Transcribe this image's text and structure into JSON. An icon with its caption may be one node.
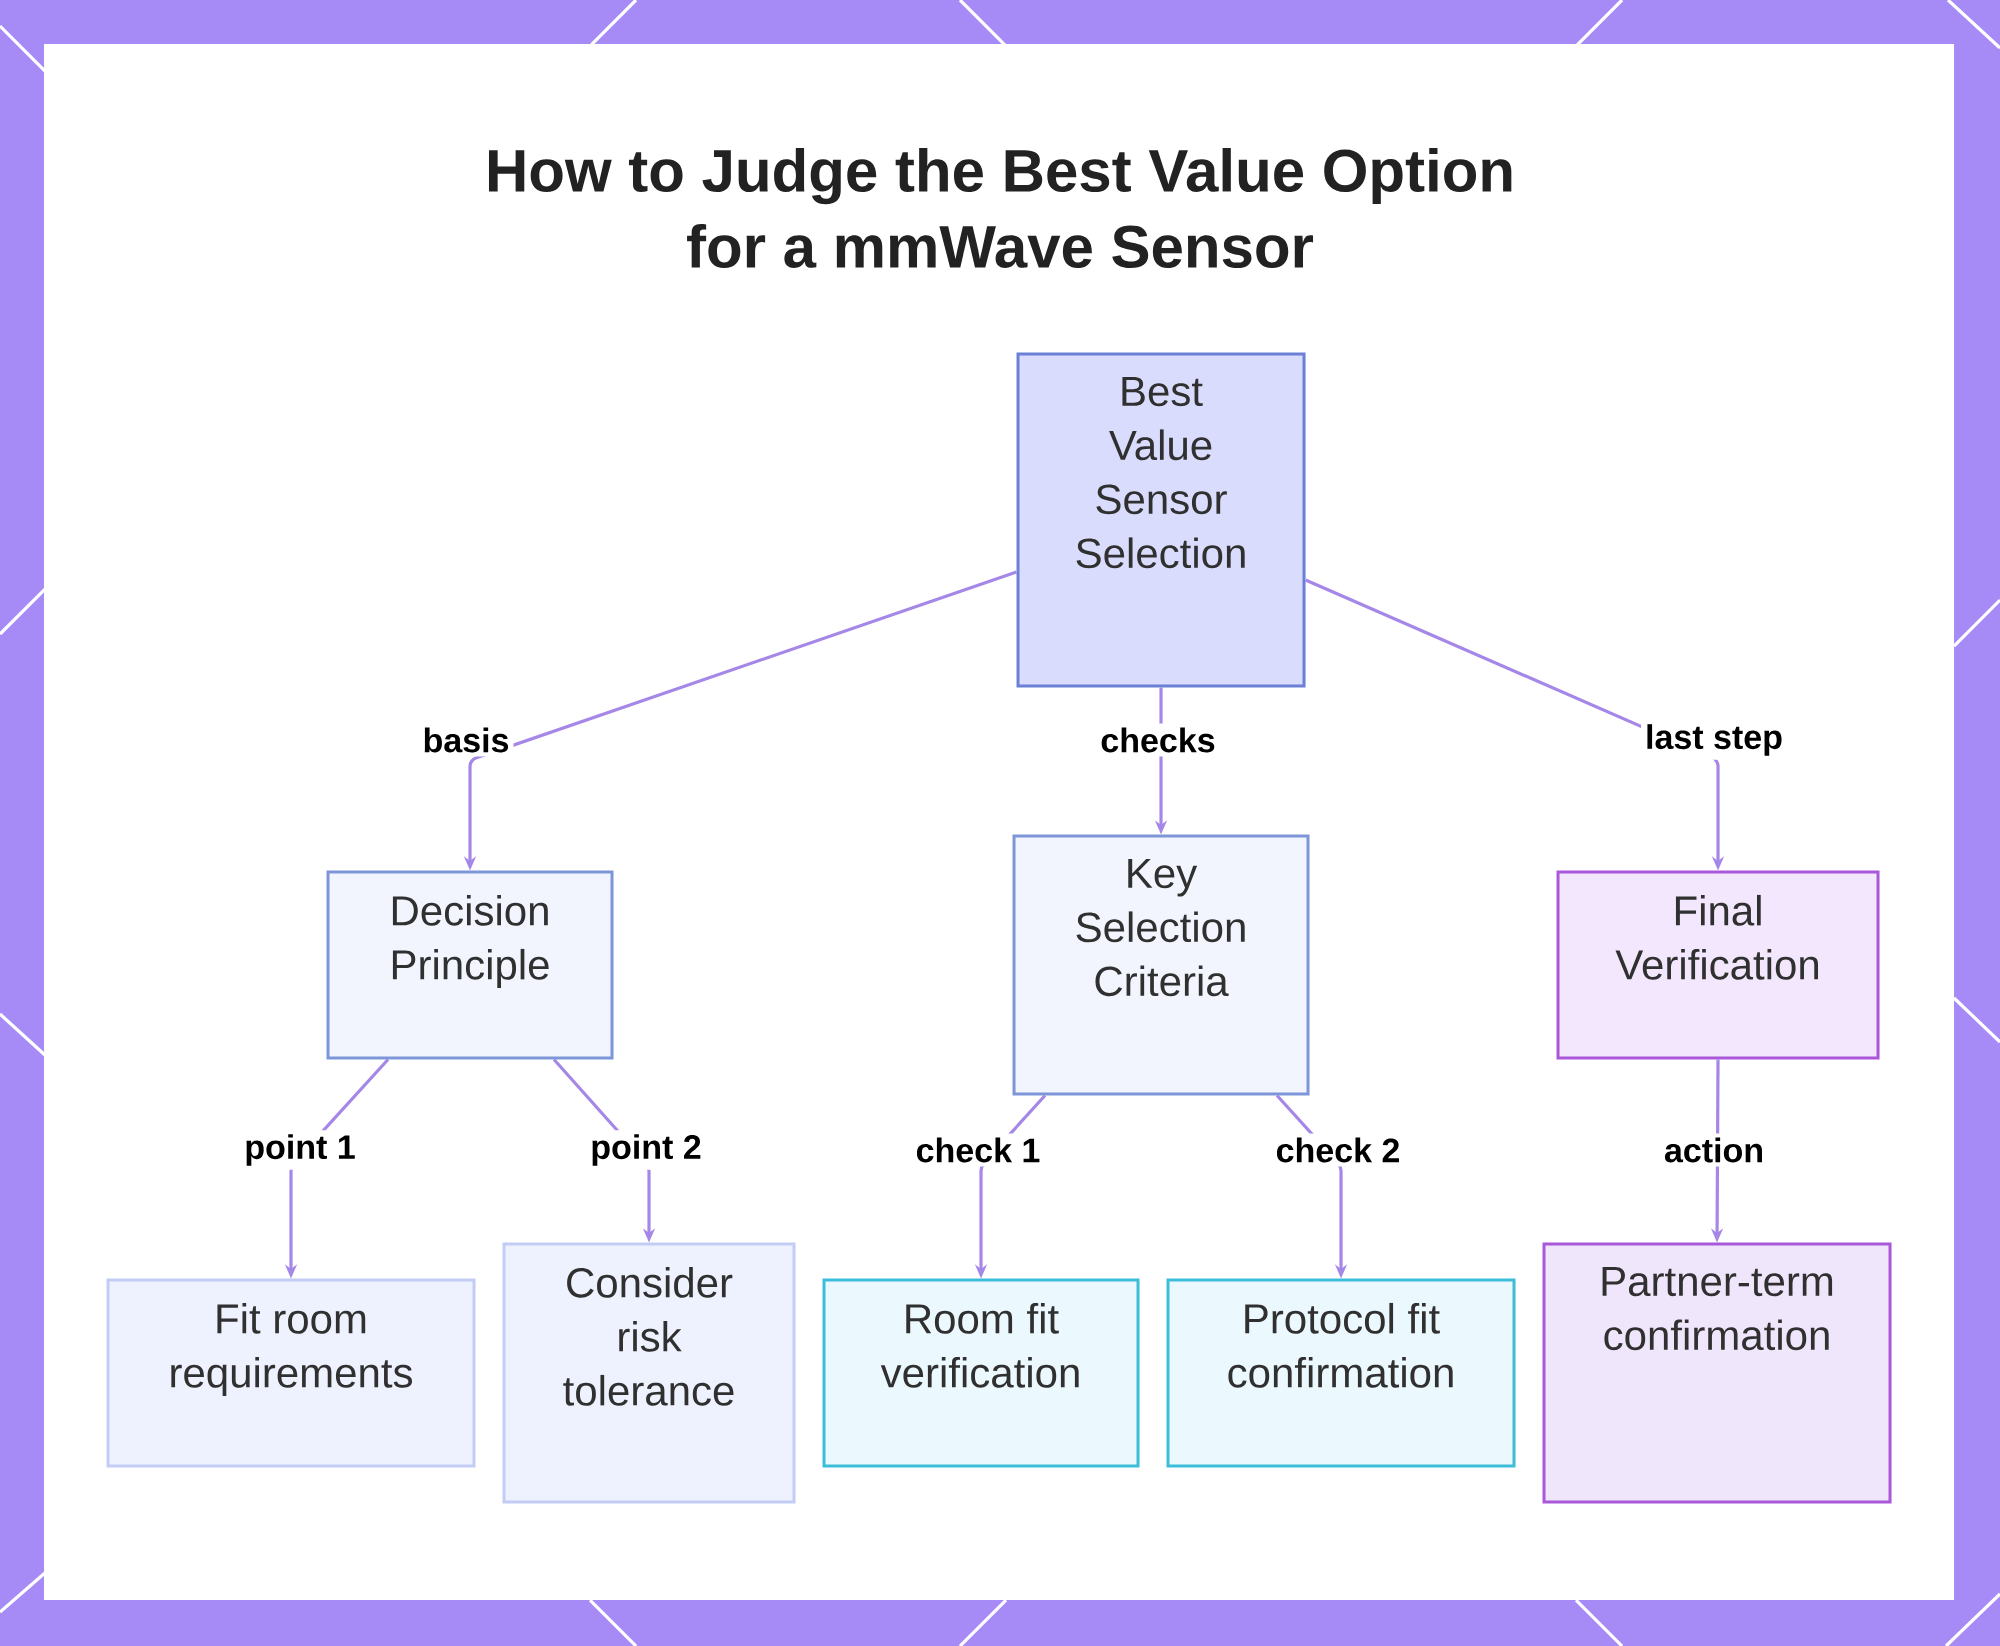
{
  "diagram": {
    "title": "How to Judge the Best Value Option for a mmWave Sensor",
    "nodes": [
      {
        "text": [
          "Best Value Sensor Selection"
        ]
      },
      {
        "text": [
          "Decision Principle"
        ]
      },
      {
        "text": [
          "Key Selection Criteria"
        ]
      },
      {
        "text": [
          "Final Verification"
        ]
      },
      {
        "text": [
          "Fit room requirements"
        ]
      },
      {
        "text": [
          "Consider risk tolerance"
        ]
      },
      {
        "text": [
          "Room fit verification"
        ]
      },
      {
        "text": [
          "Protocol fit confirmation"
        ]
      },
      {
        "text": [
          "Partner-term confirmation"
        ]
      }
    ],
    "edges": [
      {
        "from": 0,
        "to": 1,
        "arrow": "to",
        "label": "basis"
      },
      {
        "from": 0,
        "to": 2,
        "arrow": "to",
        "label": "checks"
      },
      {
        "from": 0,
        "to": 3,
        "arrow": "to",
        "label": "last step"
      },
      {
        "from": 1,
        "to": 4,
        "arrow": "to",
        "label": "point 1"
      },
      {
        "from": 1,
        "to": 5,
        "arrow": "to",
        "label": "point 2"
      },
      {
        "from": 2,
        "to": 6,
        "arrow": "to",
        "label": "check 1"
      },
      {
        "from": 2,
        "to": 7,
        "arrow": "to",
        "label": "check 2"
      },
      {
        "from": 3,
        "to": 8,
        "arrow": "to",
        "label": "action"
      }
    ]
  }
}
